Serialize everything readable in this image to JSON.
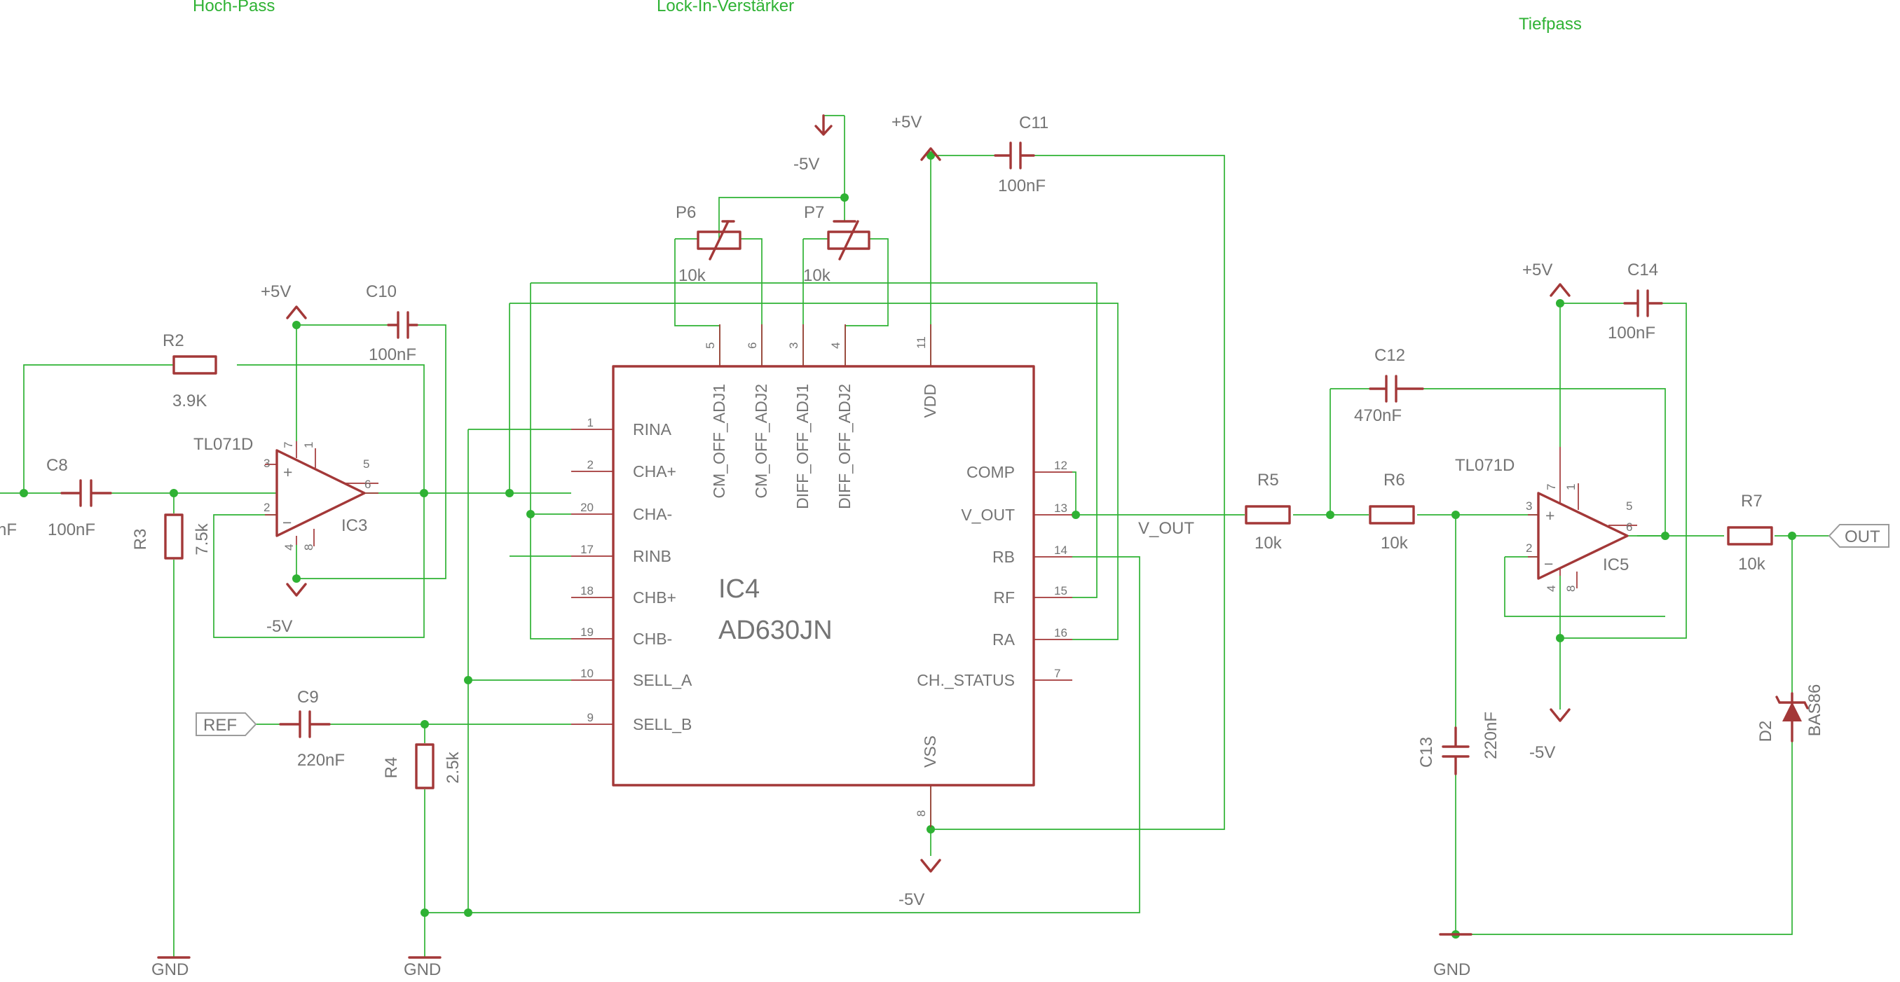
{
  "sections": {
    "highpass": "Hoch-Pass",
    "lockin": "Lock-In-Verstärker",
    "lowpass": "Tiefpass"
  },
  "supply": {
    "pos": "+5V",
    "neg": "-5V",
    "gnd": "GND"
  },
  "left_value": "nF",
  "components": {
    "R2": {
      "name": "R2",
      "value": "3.9K"
    },
    "R3": {
      "name": "R3",
      "value": "7.5k"
    },
    "C8": {
      "name": "C8",
      "value": "100nF"
    },
    "C10": {
      "name": "C10",
      "value": "100nF"
    },
    "IC3": {
      "name": "IC3",
      "value": "TL071D"
    },
    "C9": {
      "name": "C9",
      "value": "220nF"
    },
    "R4": {
      "name": "R4",
      "value": "2.5k"
    },
    "P6": {
      "name": "P6",
      "value": "10k"
    },
    "P7": {
      "name": "P7",
      "value": "10k"
    },
    "C11": {
      "name": "C11",
      "value": "100nF"
    },
    "IC4": {
      "name": "IC4",
      "value": "AD630JN"
    },
    "R5": {
      "name": "R5",
      "value": "10k"
    },
    "R6": {
      "name": "R6",
      "value": "10k"
    },
    "C12": {
      "name": "C12",
      "value": "470nF"
    },
    "C13": {
      "name": "C13",
      "value": "220nF"
    },
    "IC5": {
      "name": "IC5",
      "value": "TL071D"
    },
    "C14": {
      "name": "C14",
      "value": "100nF"
    },
    "R7": {
      "name": "R7",
      "value": "10k"
    },
    "D2": {
      "name": "D2",
      "value": "BAS86"
    }
  },
  "ports": {
    "ref": "REF",
    "out": "OUT"
  },
  "net_vout": "V_OUT",
  "ic4_pins": {
    "left": [
      {
        "num": "1",
        "name": "RINA"
      },
      {
        "num": "2",
        "name": "CHA+"
      },
      {
        "num": "20",
        "name": "CHA-"
      },
      {
        "num": "17",
        "name": "RINB"
      },
      {
        "num": "18",
        "name": "CHB+"
      },
      {
        "num": "19",
        "name": "CHB-"
      },
      {
        "num": "10",
        "name": "SELL_A"
      },
      {
        "num": "9",
        "name": "SELL_B"
      }
    ],
    "right": [
      {
        "num": "12",
        "name": "COMP"
      },
      {
        "num": "13",
        "name": "V_OUT"
      },
      {
        "num": "14",
        "name": "RB"
      },
      {
        "num": "15",
        "name": "RF"
      },
      {
        "num": "16",
        "name": "RA"
      },
      {
        "num": "7",
        "name": "CH._STATUS"
      }
    ],
    "top": [
      {
        "num": "5",
        "name": "CM_OFF_ADJ1"
      },
      {
        "num": "6",
        "name": "CM_OFF_ADJ2"
      },
      {
        "num": "3",
        "name": "DIFF_OFF_ADJ1"
      },
      {
        "num": "4",
        "name": "DIFF_OFF_ADJ2"
      },
      {
        "num": "11",
        "name": "VDD"
      }
    ],
    "bottom": [
      {
        "num": "8",
        "name": "VSS"
      }
    ]
  },
  "opamp_pins": {
    "p3": "3",
    "p2": "2",
    "p7": "7",
    "p1": "1",
    "p5": "5",
    "p6": "6",
    "p4": "4",
    "p8": "8",
    "plus": "+",
    "minus": "−"
  }
}
